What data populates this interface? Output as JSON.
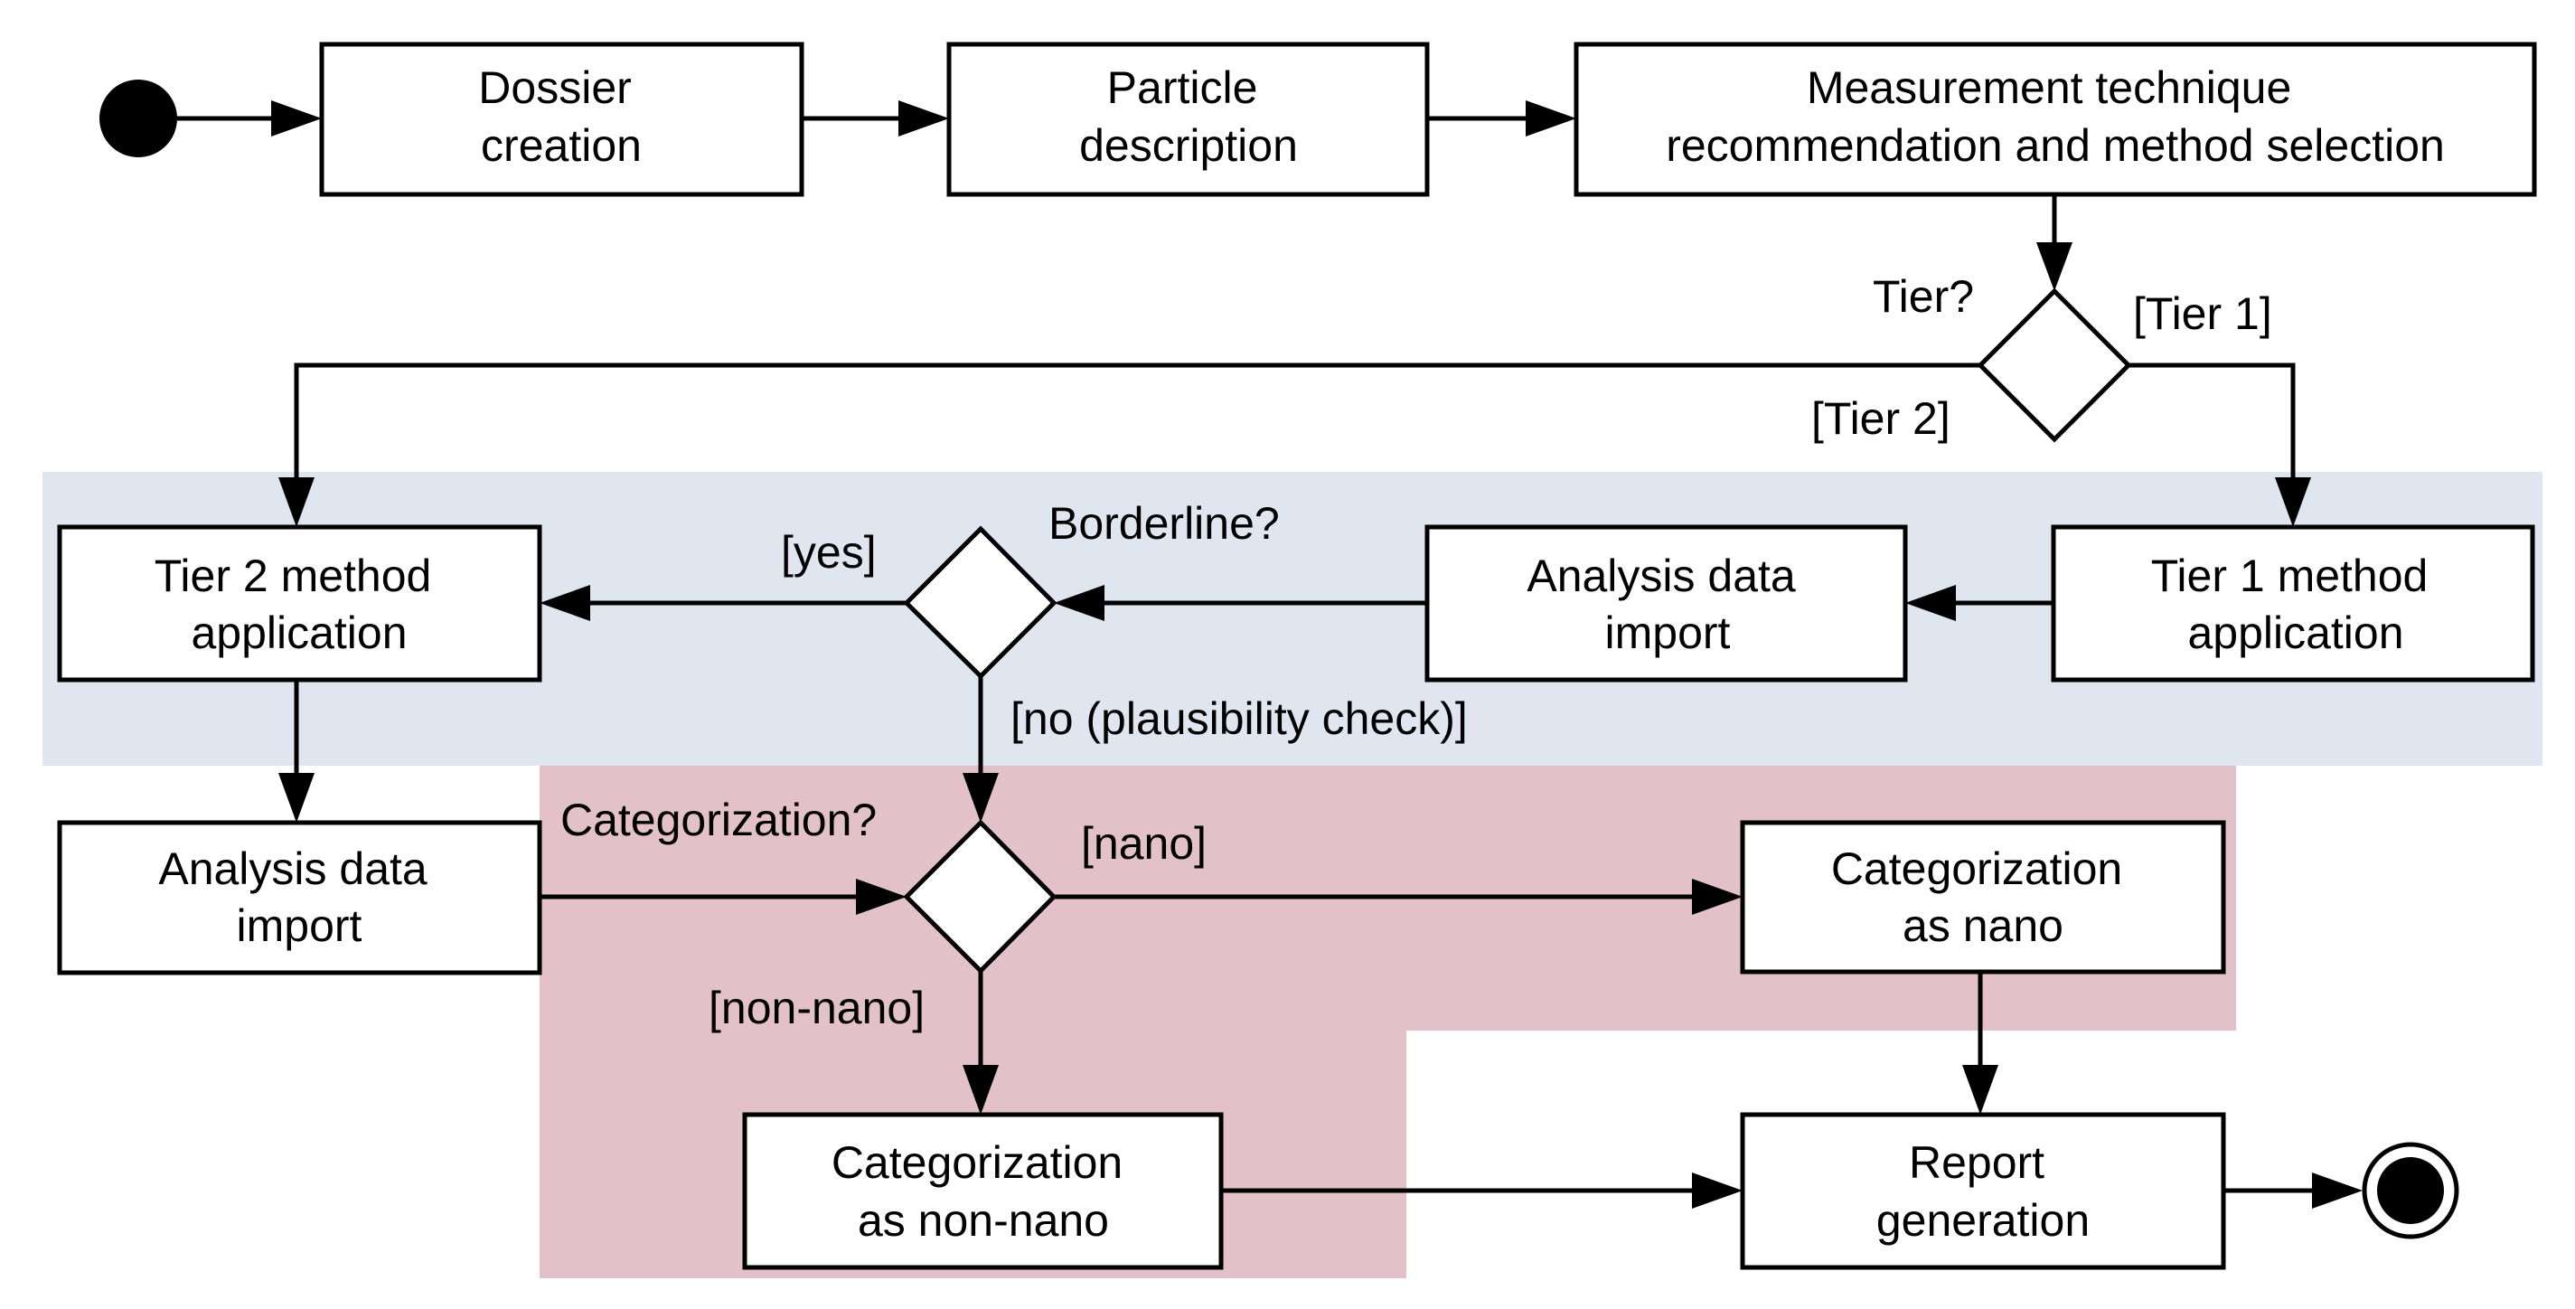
{
  "colors": {
    "region_tier1": "#dfe6ef",
    "region_categorization": "#e2c1c9",
    "stroke": "#000000",
    "fill": "#ffffff"
  },
  "nodes": {
    "dossier_creation": [
      "Dossier",
      "creation"
    ],
    "particle_description": [
      "Particle",
      "description"
    ],
    "measurement_technique": [
      "Measurement technique",
      "recommendation and method selection"
    ],
    "tier2_method_application": [
      "Tier 2 method",
      "application"
    ],
    "analysis_data_import_upper": [
      "Analysis data",
      "import"
    ],
    "tier1_method_application": [
      "Tier 1 method",
      "application"
    ],
    "analysis_data_import_lower": [
      "Analysis data",
      "import"
    ],
    "categorization_nano": [
      "Categorization",
      "as nano"
    ],
    "categorization_non_nano": [
      "Categorization",
      "as non-nano"
    ],
    "report_generation": [
      "Report",
      "generation"
    ]
  },
  "decisions": {
    "tier": "Tier?",
    "borderline": "Borderline?",
    "categorization": "Categorization?"
  },
  "edge_labels": {
    "tier1": "[Tier 1]",
    "tier2": "[Tier 2]",
    "yes": "[yes]",
    "no_plausibility": "[no (plausibility check)]",
    "nano": "[nano]",
    "non_nano": "[non-nano]"
  }
}
